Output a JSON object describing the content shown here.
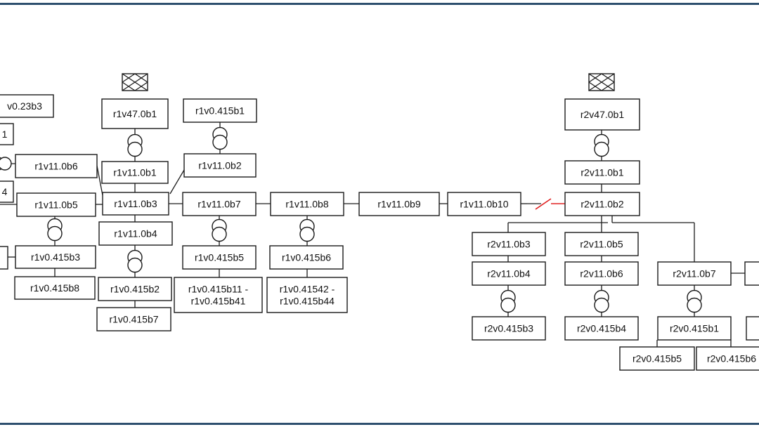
{
  "colors": {
    "frame": "#2d4f6e",
    "line": "#1a1a1a",
    "open_link": "#e02020"
  },
  "icons": {
    "grid_source": "external-grid-icon",
    "transformer": "transformer-icon"
  },
  "nodes": [
    {
      "id": "r1v0.23b3",
      "lines": [
        "v0.23b3"
      ]
    },
    {
      "id": "r1-edge-1",
      "lines": [
        "1"
      ]
    },
    {
      "id": "r1-edge-4",
      "lines": [
        "4"
      ]
    },
    {
      "id": "r1-edge-l",
      "lines": [
        ""
      ]
    },
    {
      "id": "r1v11.0b6",
      "lines": [
        "r1v11.0b6"
      ]
    },
    {
      "id": "r1v11.0b5",
      "lines": [
        "r1v11.0b5"
      ]
    },
    {
      "id": "r1v0.415b3",
      "lines": [
        "r1v0.415b3"
      ]
    },
    {
      "id": "r1v0.415b8",
      "lines": [
        "r1v0.415b8"
      ]
    },
    {
      "id": "r1v47.0b1",
      "lines": [
        "r1v47.0b1"
      ]
    },
    {
      "id": "r1v11.0b1",
      "lines": [
        "r1v11.0b1"
      ]
    },
    {
      "id": "r1v11.0b3",
      "lines": [
        "r1v11.0b3"
      ]
    },
    {
      "id": "r1v11.0b4",
      "lines": [
        "r1v11.0b4"
      ]
    },
    {
      "id": "r1v0.415b2",
      "lines": [
        "r1v0.415b2"
      ]
    },
    {
      "id": "r1v0.415b7",
      "lines": [
        "r1v0.415b7"
      ]
    },
    {
      "id": "r1v0.415b1",
      "lines": [
        "r1v0.415b1"
      ]
    },
    {
      "id": "r1v11.0b2",
      "lines": [
        "r1v11.0b2"
      ]
    },
    {
      "id": "r1v11.0b7",
      "lines": [
        "r1v11.0b7"
      ]
    },
    {
      "id": "r1v0.415b5",
      "lines": [
        "r1v0.415b5"
      ]
    },
    {
      "id": "r1v0.415b11",
      "lines": [
        "r1v0.415b11 -",
        "r1v0.415b41"
      ]
    },
    {
      "id": "r1v11.0b8",
      "lines": [
        "r1v11.0b8"
      ]
    },
    {
      "id": "r1v0.415b6",
      "lines": [
        "r1v0.415b6"
      ]
    },
    {
      "id": "r1v0.41542",
      "lines": [
        "r1v0.41542 -",
        "r1v0.415b44"
      ]
    },
    {
      "id": "r1v11.0b9",
      "lines": [
        "r1v11.0b9"
      ]
    },
    {
      "id": "r1v11.0b10",
      "lines": [
        "r1v11.0b10"
      ]
    },
    {
      "id": "r2v47.0b1",
      "lines": [
        "r2v47.0b1"
      ]
    },
    {
      "id": "r2v11.0b1",
      "lines": [
        "r2v11.0b1"
      ]
    },
    {
      "id": "r2v11.0b2",
      "lines": [
        "r2v11.0b2"
      ]
    },
    {
      "id": "r2v11.0b3",
      "lines": [
        "r2v11.0b3"
      ]
    },
    {
      "id": "r2v11.0b4",
      "lines": [
        "r2v11.0b4"
      ]
    },
    {
      "id": "r2v0.415b3",
      "lines": [
        "r2v0.415b3"
      ]
    },
    {
      "id": "r2v11.0b5",
      "lines": [
        "r2v11.0b5"
      ]
    },
    {
      "id": "r2v11.0b6",
      "lines": [
        "r2v11.0b6"
      ]
    },
    {
      "id": "r2v0.415b4",
      "lines": [
        "r2v0.415b4"
      ]
    },
    {
      "id": "r2v11.0b7",
      "lines": [
        "r2v11.0b7"
      ]
    },
    {
      "id": "r2v0.415b1",
      "lines": [
        "r2v0.415b1"
      ]
    },
    {
      "id": "r2v0.415b5",
      "lines": [
        "r2v0.415b5"
      ]
    },
    {
      "id": "r2v0.415b6",
      "lines": [
        "r2v0.415b6"
      ]
    },
    {
      "id": "r2-edge-1",
      "lines": [
        ""
      ]
    },
    {
      "id": "r2-edge-2",
      "lines": [
        ""
      ]
    }
  ]
}
